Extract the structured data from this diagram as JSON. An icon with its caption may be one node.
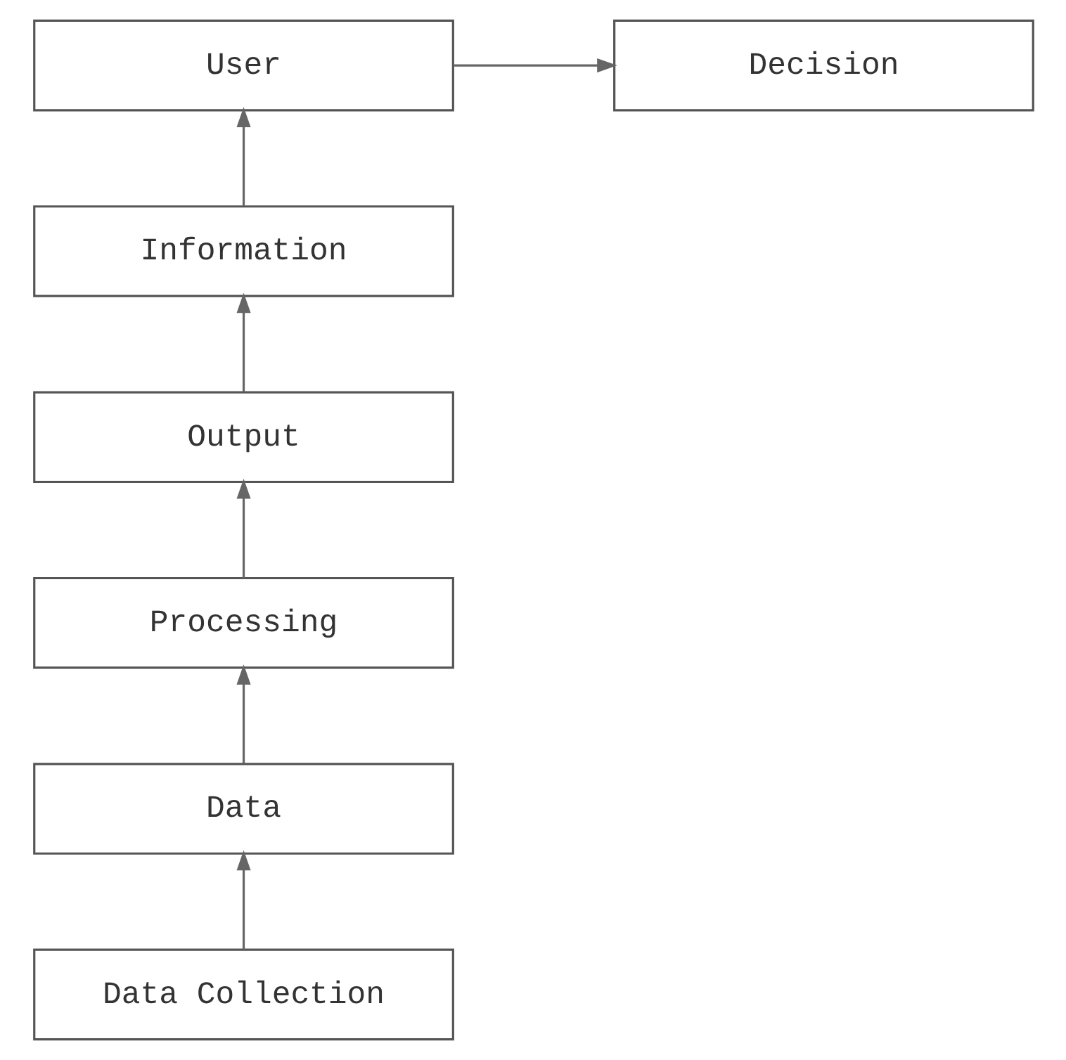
{
  "diagram": {
    "nodes": [
      {
        "text": [
          "User"
        ]
      },
      {
        "text": [
          "Decision"
        ]
      },
      {
        "text": [
          "Information"
        ]
      },
      {
        "text": [
          "Output"
        ]
      },
      {
        "text": [
          "Processing"
        ]
      },
      {
        "text": [
          "Data"
        ]
      },
      {
        "text": [
          "Data Collection"
        ]
      }
    ],
    "edges": [
      {
        "from": 0,
        "to": 1,
        "arrow": "to"
      },
      {
        "from": 2,
        "to": 0,
        "arrow": "to"
      },
      {
        "from": 3,
        "to": 2,
        "arrow": "to"
      },
      {
        "from": 4,
        "to": 3,
        "arrow": "to"
      },
      {
        "from": 5,
        "to": 4,
        "arrow": "to"
      },
      {
        "from": 6,
        "to": 5,
        "arrow": "to"
      }
    ]
  }
}
